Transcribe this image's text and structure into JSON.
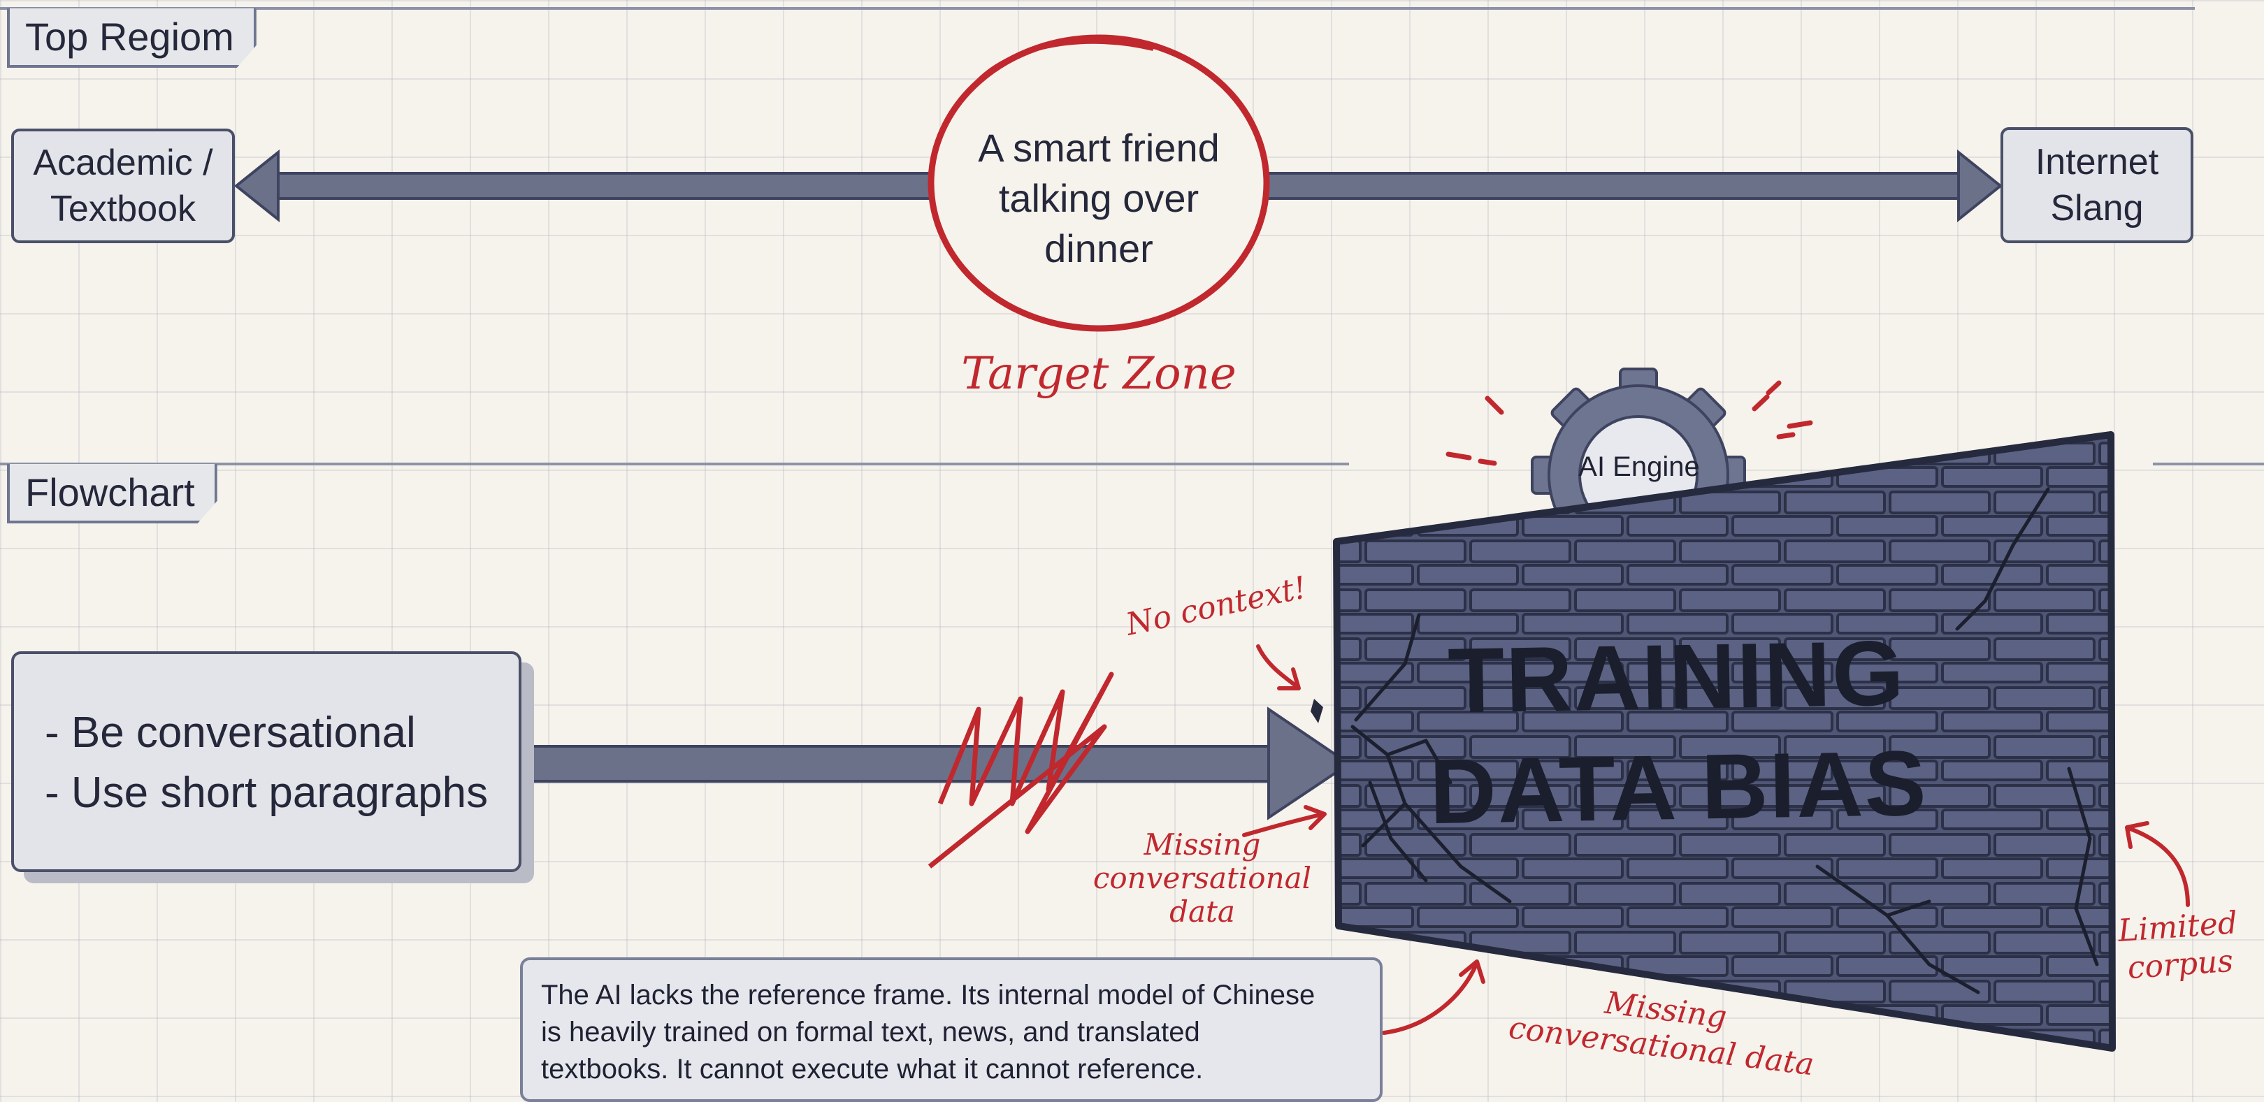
{
  "sections": {
    "top": {
      "label": "Top Regiom"
    },
    "flow": {
      "label": "Flowchart"
    }
  },
  "spectrum": {
    "left": "Academic / Textbook",
    "left_lines": [
      "Academic /",
      "Textbook"
    ],
    "center": "A smart friend talking over dinner",
    "center_lines": [
      "A smart friend",
      "talking over",
      "dinner"
    ],
    "right": "Internet Slang",
    "right_lines": [
      "Internet",
      "Slang"
    ],
    "target_label": "Target Zone"
  },
  "instructions": {
    "items": [
      "- Be conversational",
      "- Use short paragraphs"
    ]
  },
  "wall": {
    "title_lines": [
      "TRAINING",
      "DATA BIAS"
    ],
    "gear_label": "AI Engine"
  },
  "annotations": {
    "no_context": "No context!",
    "missing_left_lines": [
      "Missing",
      "conversational",
      "data"
    ],
    "missing_bottom_lines": [
      "Missing",
      "conversational data"
    ],
    "limited_lines": [
      "Limited",
      "corpus"
    ]
  },
  "note": {
    "lines": [
      "The AI lacks the reference frame. Its internal model of Chinese",
      "is heavily trained on formal text, news, and translated",
      "textbooks. It cannot execute what it cannot reference."
    ]
  },
  "colors": {
    "accent_red": "#c0282e",
    "arrow_fill": "#6b7189",
    "wall_fill": "#4e5574",
    "outline": "#4a5068"
  }
}
